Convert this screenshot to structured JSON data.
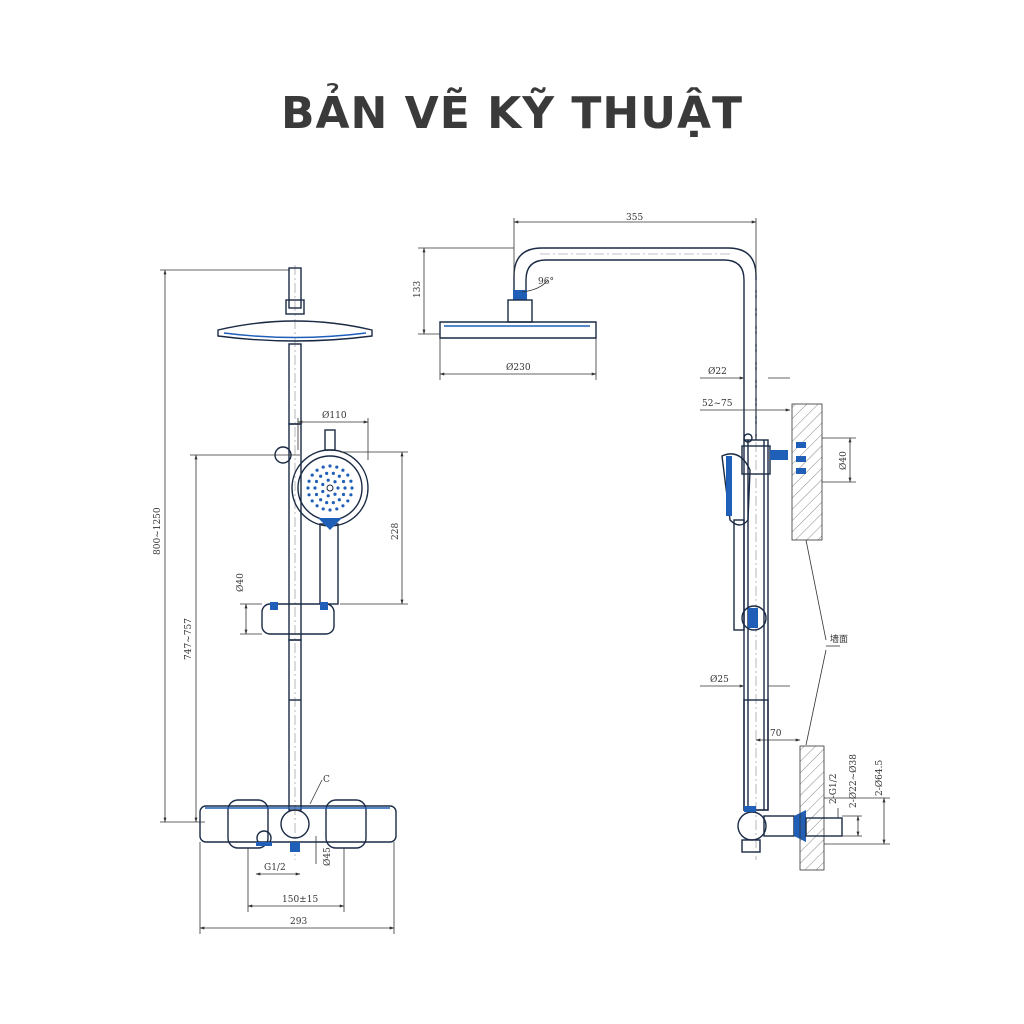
{
  "title": "BẢN VẼ KỸ THUẬT",
  "front_view": {
    "dims": {
      "height_total": "800~1250",
      "height_lower": "747~757",
      "head_dia": "Ø110",
      "hand_len": "228",
      "bar_dia": "Ø40",
      "c_label": "C",
      "outlet_dia": "Ø45",
      "inlet": "G1/2",
      "spacing": "150±15",
      "width": "293"
    }
  },
  "side_view": {
    "dims": {
      "arm_len": "355",
      "drop": "133",
      "angle": "96°",
      "head_dia": "Ø230",
      "pipe_top": "Ø22",
      "range": "52~75",
      "wall_dia": "Ø40",
      "wall_label": "墙面",
      "pipe_bottom": "Ø25",
      "offset": "70",
      "thread": "2-G1/2",
      "d1": "2-Ø22~Ø38",
      "d2": "2-Ø64.5"
    }
  }
}
